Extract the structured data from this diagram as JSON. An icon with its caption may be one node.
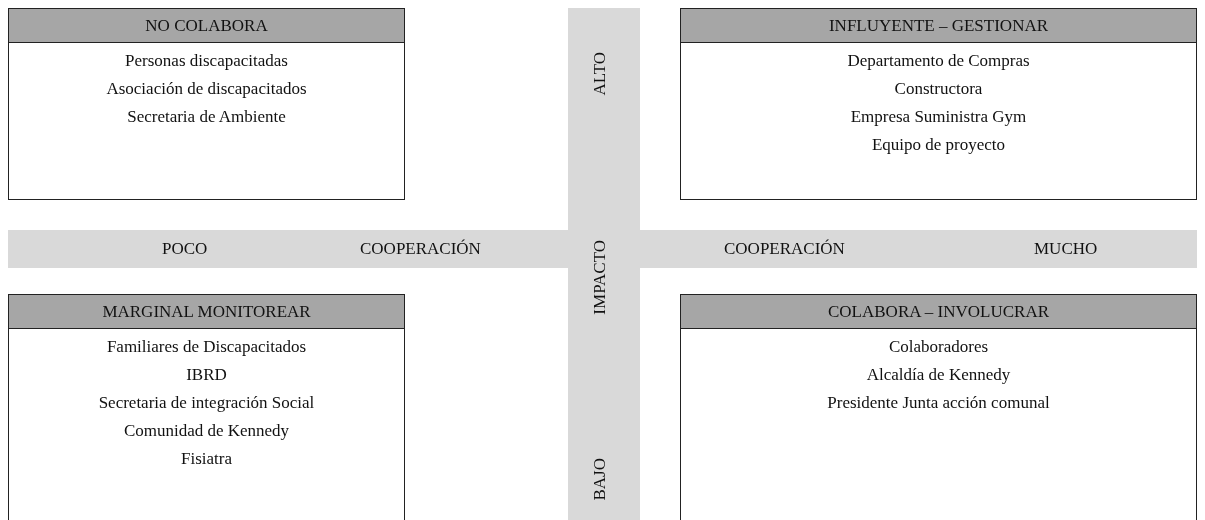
{
  "diagram": {
    "nodes": [
      {
        "text": [
          "NO COLABORA",
          "Personas discapacitadas",
          "Asociación de discapacitados",
          "Secretaria de Ambiente"
        ]
      },
      {
        "text": [
          "ALTO",
          "IMPACTO",
          "BAJO"
        ]
      },
      {
        "text": [
          "INFLUYENTE – GESTIONAR",
          "Departamento de Compras",
          "Constructora",
          "Empresa Suministra Gym",
          "Equipo de proyecto"
        ]
      },
      {
        "text": [
          "POCO",
          "COOPERACIÓN",
          "COOPERACIÓN",
          "MUCHO"
        ]
      },
      {
        "text": [
          "MARGINAL MONITOREAR",
          "Familiares de Discapacitados",
          "IBRD",
          "Secretaria de integración Social",
          "Comunidad de Kennedy",
          "Fisiatra"
        ]
      },
      {
        "text": [
          "COLABORA – INVOLUCRAR",
          "Colaboradores",
          "Alcaldía de Kennedy",
          "Presidente Junta acción comunal"
        ]
      }
    ],
    "edges": []
  }
}
